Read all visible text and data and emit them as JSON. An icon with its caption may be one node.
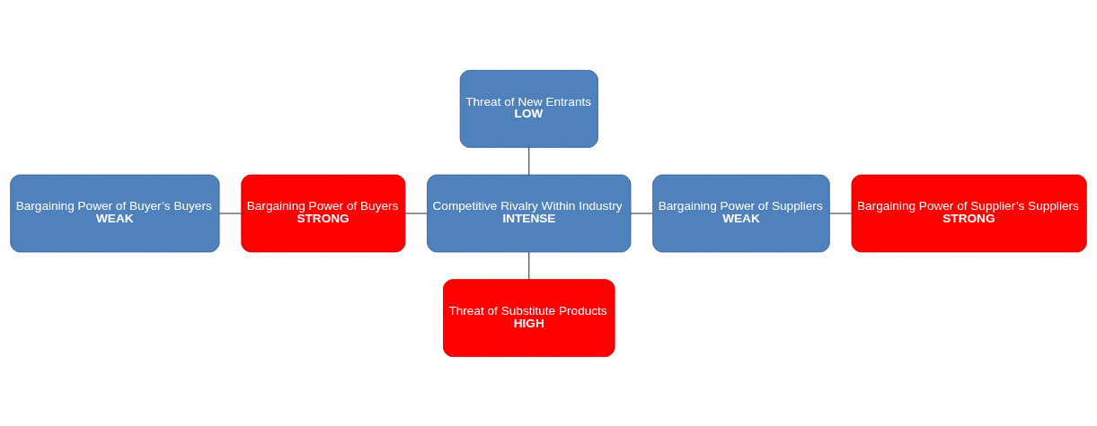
{
  "diagram": {
    "nodes": [
      {
        "text": [
          "Threat of New Entrants",
          "LOW"
        ]
      },
      {
        "text": [
          "Bargaining Power of Buyer’s Buyers",
          "WEAK"
        ]
      },
      {
        "text": [
          "Bargaining Power of Buyers",
          "STRONG"
        ]
      },
      {
        "text": [
          "Competitive Rivalry Within Industry",
          "INTENSE"
        ]
      },
      {
        "text": [
          "Bargaining Power of Suppliers",
          "WEAK"
        ]
      },
      {
        "text": [
          "Bargaining Power of Supplier’s Suppliers",
          "STRONG"
        ]
      },
      {
        "text": [
          "Threat of Substitute Products",
          "HIGH"
        ]
      }
    ],
    "edges": [
      {
        "from": 0,
        "to": 3,
        "arrow": "none"
      },
      {
        "from": 1,
        "to": 2,
        "arrow": "none"
      },
      {
        "from": 2,
        "to": 3,
        "arrow": "none"
      },
      {
        "from": 3,
        "to": 4,
        "arrow": "none"
      },
      {
        "from": 4,
        "to": 5,
        "arrow": "none"
      },
      {
        "from": 3,
        "to": 6,
        "arrow": "none"
      }
    ]
  }
}
